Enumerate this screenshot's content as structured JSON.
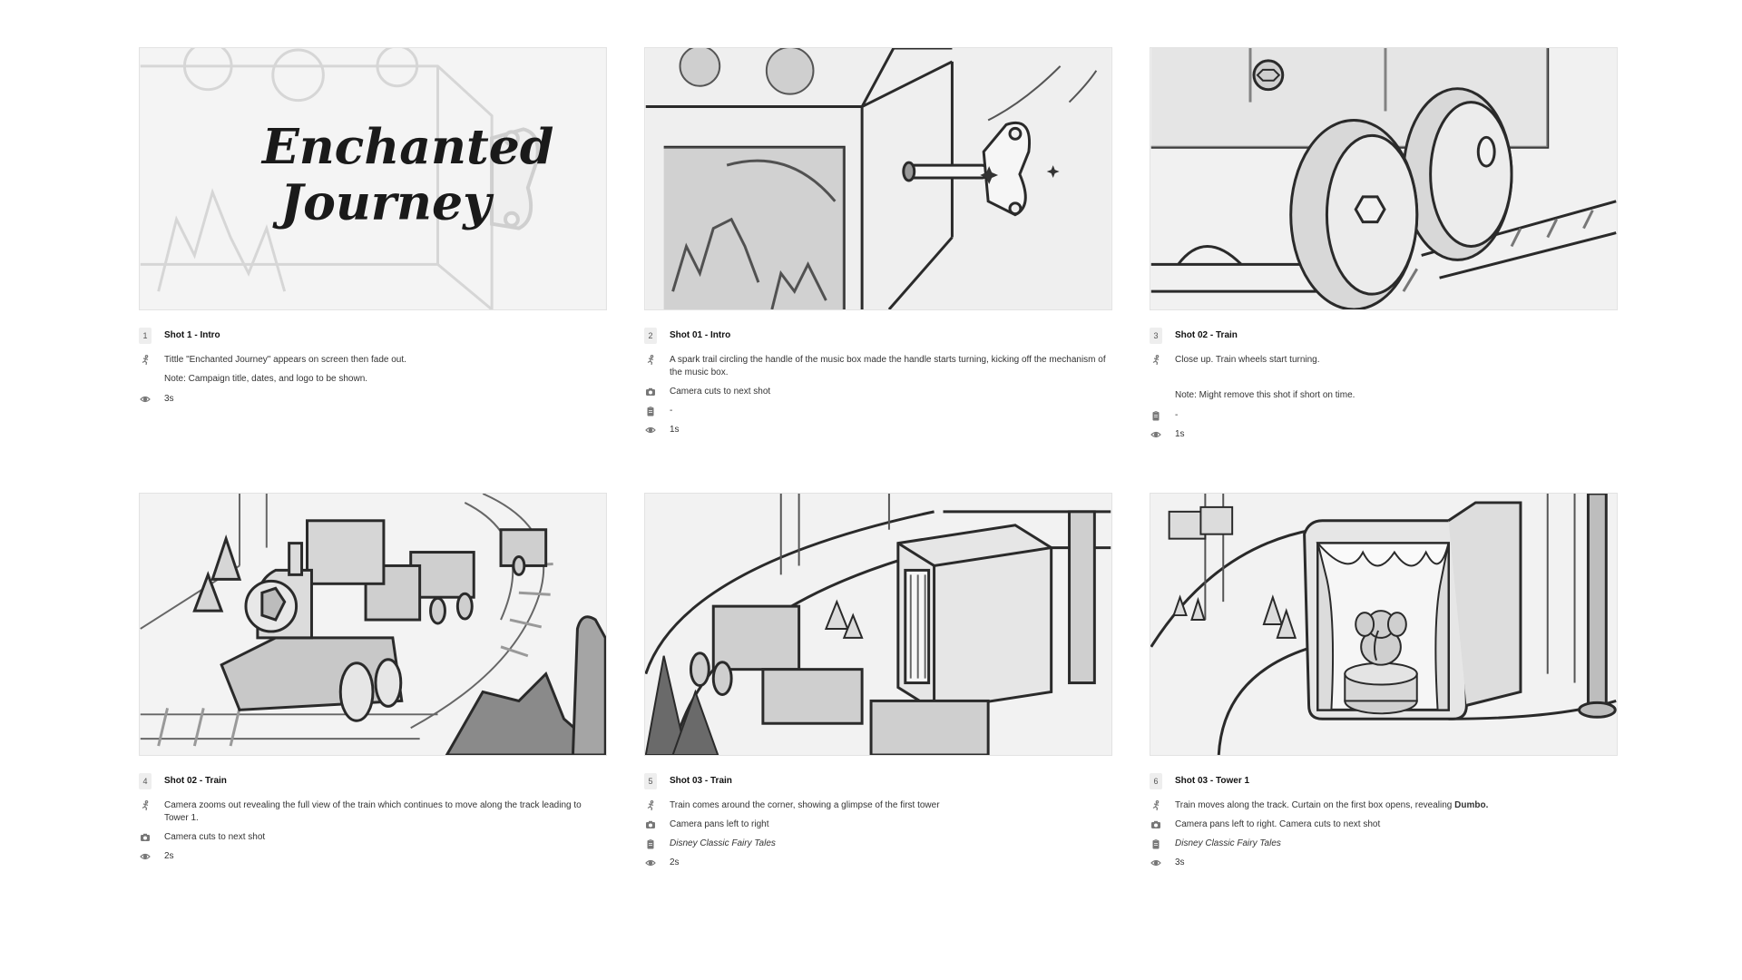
{
  "cards": [
    {
      "num": "1",
      "title": "Shot 1 - Intro",
      "action": "Tittle \"Enchanted Journey\" appears on screen then fade out.",
      "note": "Note: Campaign title, dates, and logo to be shown.",
      "duration": "3s",
      "frame_title_line1": "Enchanted",
      "frame_title_line2": "Journey"
    },
    {
      "num": "2",
      "title": "Shot 01 - Intro",
      "action": "A spark trail circling the handle of the music box made the handle starts turning, kicking off the mechanism of the music box.",
      "camera": "Camera cuts to next shot",
      "music": "-",
      "duration": "1s"
    },
    {
      "num": "3",
      "title": "Shot 02 - Train",
      "action": "Close up. Train wheels start turning.",
      "note": "Note: Might remove this shot if short on time.",
      "music": "-",
      "duration": "1s"
    },
    {
      "num": "4",
      "title": "Shot 02 - Train",
      "action": "Camera zooms out revealing the full view of the train which continues to move along the track leading to Tower 1.",
      "camera": "Camera cuts to next shot",
      "duration": "2s"
    },
    {
      "num": "5",
      "title": "Shot 03 - Train",
      "action": "Train comes around the corner, showing a glimpse of the first tower",
      "camera": "Camera pans left to right",
      "music": "Disney Classic Fairy Tales",
      "duration": "2s"
    },
    {
      "num": "6",
      "title": "Shot 03 - Tower 1",
      "action_prefix": "Train moves along the track. Curtain on the first box opens, revealing ",
      "action_bold": "Dumbo.",
      "camera": "Camera pans left to right. Camera cuts to next shot",
      "music": "Disney Classic Fairy Tales",
      "duration": "3s"
    }
  ],
  "icons": {
    "action": "running-figure-icon",
    "camera": "camera-icon",
    "music": "clipboard-icon",
    "duration": "eye-icon"
  }
}
